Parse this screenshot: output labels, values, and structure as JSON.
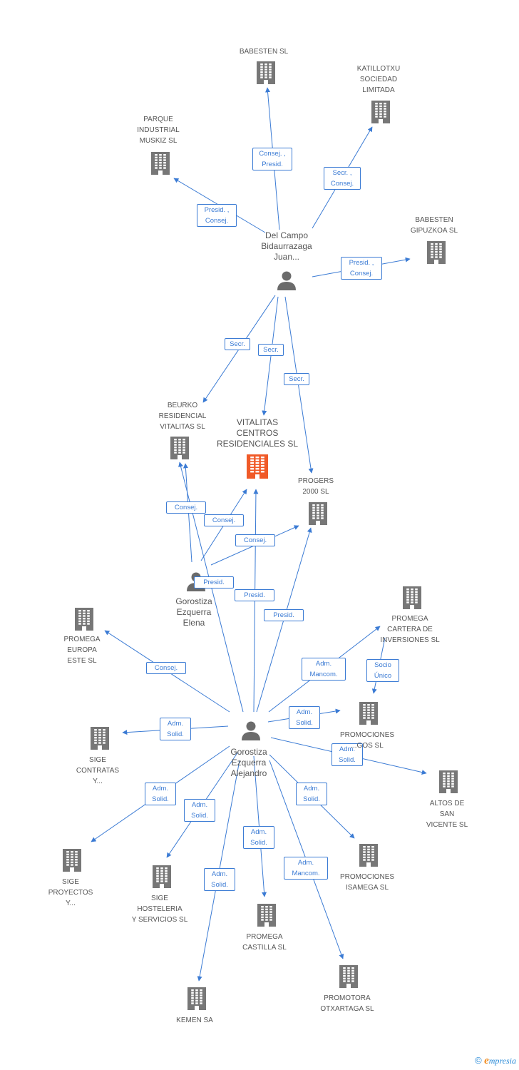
{
  "companies": [
    {
      "id": "babesten",
      "label": "BABESTEN SL"
    },
    {
      "id": "katillotxu",
      "label": "KATILLOTXU\nSOCIEDAD\nLIMITADA"
    },
    {
      "id": "parque",
      "label": "PARQUE\nINDUSTRIAL\nMUSKIZ SL"
    },
    {
      "id": "babesten-gipuzkoa",
      "label": "BABESTEN\nGIPUZKOA SL"
    },
    {
      "id": "beurko",
      "label": "BEURKO\nRESIDENCIAL\nVITALITAS SL"
    },
    {
      "id": "vitalitas",
      "label": "VITALITAS\nCENTROS\nRESIDENCIALES SL",
      "highlight": true
    },
    {
      "id": "progers",
      "label": "PROGERS\n2000 SL"
    },
    {
      "id": "promega-cartera",
      "label": "PROMEGA\nCARTERA DE\nINVERSIONES SL"
    },
    {
      "id": "promega-europa",
      "label": "PROMEGA\nEUROPA\nESTE SL"
    },
    {
      "id": "promociones-gos",
      "label": "PROMOCIONES\n...GOS SL"
    },
    {
      "id": "sige-contratas",
      "label": "SIGE\nCONTRATAS\nY..."
    },
    {
      "id": "altos",
      "label": "ALTOS DE\nSAN\nVICENTE SL"
    },
    {
      "id": "sige-proyectos",
      "label": "SIGE\nPROYECTOS\nY..."
    },
    {
      "id": "sige-hosteleria",
      "label": "SIGE\nHOSTELERIA\nY SERVICIOS SL"
    },
    {
      "id": "promociones-isamega",
      "label": "PROMOCIONES\nISAMEGA SL"
    },
    {
      "id": "promega-castilla",
      "label": "PROMEGA\nCASTILLA SL"
    },
    {
      "id": "promotora",
      "label": "PROMOTORA\nOTXARTAGA SL"
    },
    {
      "id": "kemen",
      "label": "KEMEN SA"
    }
  ],
  "persons": [
    {
      "id": "delcampo",
      "label": "Del Campo\nBidaurrazaga\nJuan..."
    },
    {
      "id": "elena",
      "label": "Gorostiza\nEzquerra\nElena"
    },
    {
      "id": "alejandro",
      "label": "Gorostiza\nEzquerra\nAlejandro"
    }
  ],
  "relations": [
    {
      "from": "delcampo",
      "to": "babesten",
      "label": "Consej. ,\nPresid."
    },
    {
      "from": "delcampo",
      "to": "katillotxu",
      "label": "Secr. ,\nConsej."
    },
    {
      "from": "delcampo",
      "to": "parque",
      "label": "Presid. ,\nConsej."
    },
    {
      "from": "delcampo",
      "to": "babesten-gipuzkoa",
      "label": "Presid. ,\nConsej."
    },
    {
      "from": "delcampo",
      "to": "beurko",
      "label": "Secr."
    },
    {
      "from": "delcampo",
      "to": "vitalitas",
      "label": "Secr."
    },
    {
      "from": "delcampo",
      "to": "progers",
      "label": "Secr."
    },
    {
      "from": "elena",
      "to": "beurko",
      "label": "Consej."
    },
    {
      "from": "elena",
      "to": "vitalitas",
      "label": "Consej."
    },
    {
      "from": "elena",
      "to": "progers",
      "label": "Consej."
    },
    {
      "from": "alejandro",
      "to": "beurko",
      "label": "Presid."
    },
    {
      "from": "alejandro",
      "to": "vitalitas",
      "label": "Presid."
    },
    {
      "from": "alejandro",
      "to": "progers",
      "label": "Presid."
    },
    {
      "from": "alejandro",
      "to": "promega-europa",
      "label": "Consej."
    },
    {
      "from": "alejandro",
      "to": "promega-cartera",
      "label": "Adm.\nMancom."
    },
    {
      "from": "promega-cartera",
      "to": "promociones-gos",
      "label": "Socio\nÚnico"
    },
    {
      "from": "alejandro",
      "to": "promociones-gos",
      "label": "Adm.\nSolid."
    },
    {
      "from": "alejandro",
      "to": "sige-contratas",
      "label": "Adm.\nSolid."
    },
    {
      "from": "alejandro",
      "to": "altos",
      "label": "Adm.\nSolid."
    },
    {
      "from": "alejandro",
      "to": "sige-proyectos",
      "label": "Adm.\nSolid."
    },
    {
      "from": "alejandro",
      "to": "sige-hosteleria",
      "label": "Adm.\nSolid."
    },
    {
      "from": "alejandro",
      "to": "promociones-isamega",
      "label": "Adm.\nSolid."
    },
    {
      "from": "alejandro",
      "to": "promega-castilla",
      "label": "Adm.\nSolid."
    },
    {
      "from": "alejandro",
      "to": "promotora",
      "label": "Adm.\nMancom."
    },
    {
      "from": "alejandro",
      "to": "kemen",
      "label": "Adm.\nSolid."
    }
  ],
  "colors": {
    "edge": "#3b7bd4",
    "building": "#777777",
    "highlight": "#f05a28",
    "person": "#6b6b6b"
  },
  "footer": {
    "copyright": "©",
    "brand_first": "e",
    "brand_rest": "mpresia"
  }
}
